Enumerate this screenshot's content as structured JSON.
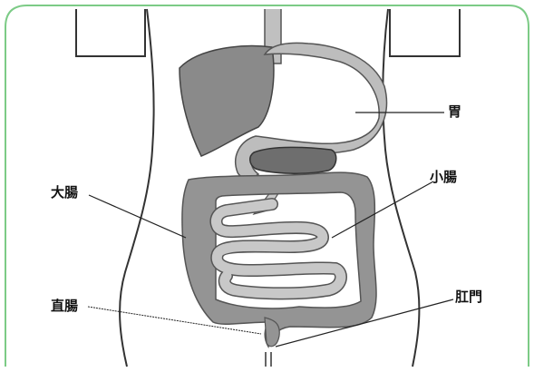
{
  "labels": {
    "stomach": "胃",
    "large_intestine": "大腸",
    "small_intestine": "小腸",
    "rectum": "直腸",
    "anus": "肛門"
  },
  "colors": {
    "frame": "#7ccb86",
    "liver": "#8a8a8a",
    "stomach": "#bdbdbd",
    "colon": "#949494",
    "small_intestine": "#c8c8c8",
    "pancreas": "#6e6e6e",
    "outline": "#333333"
  }
}
